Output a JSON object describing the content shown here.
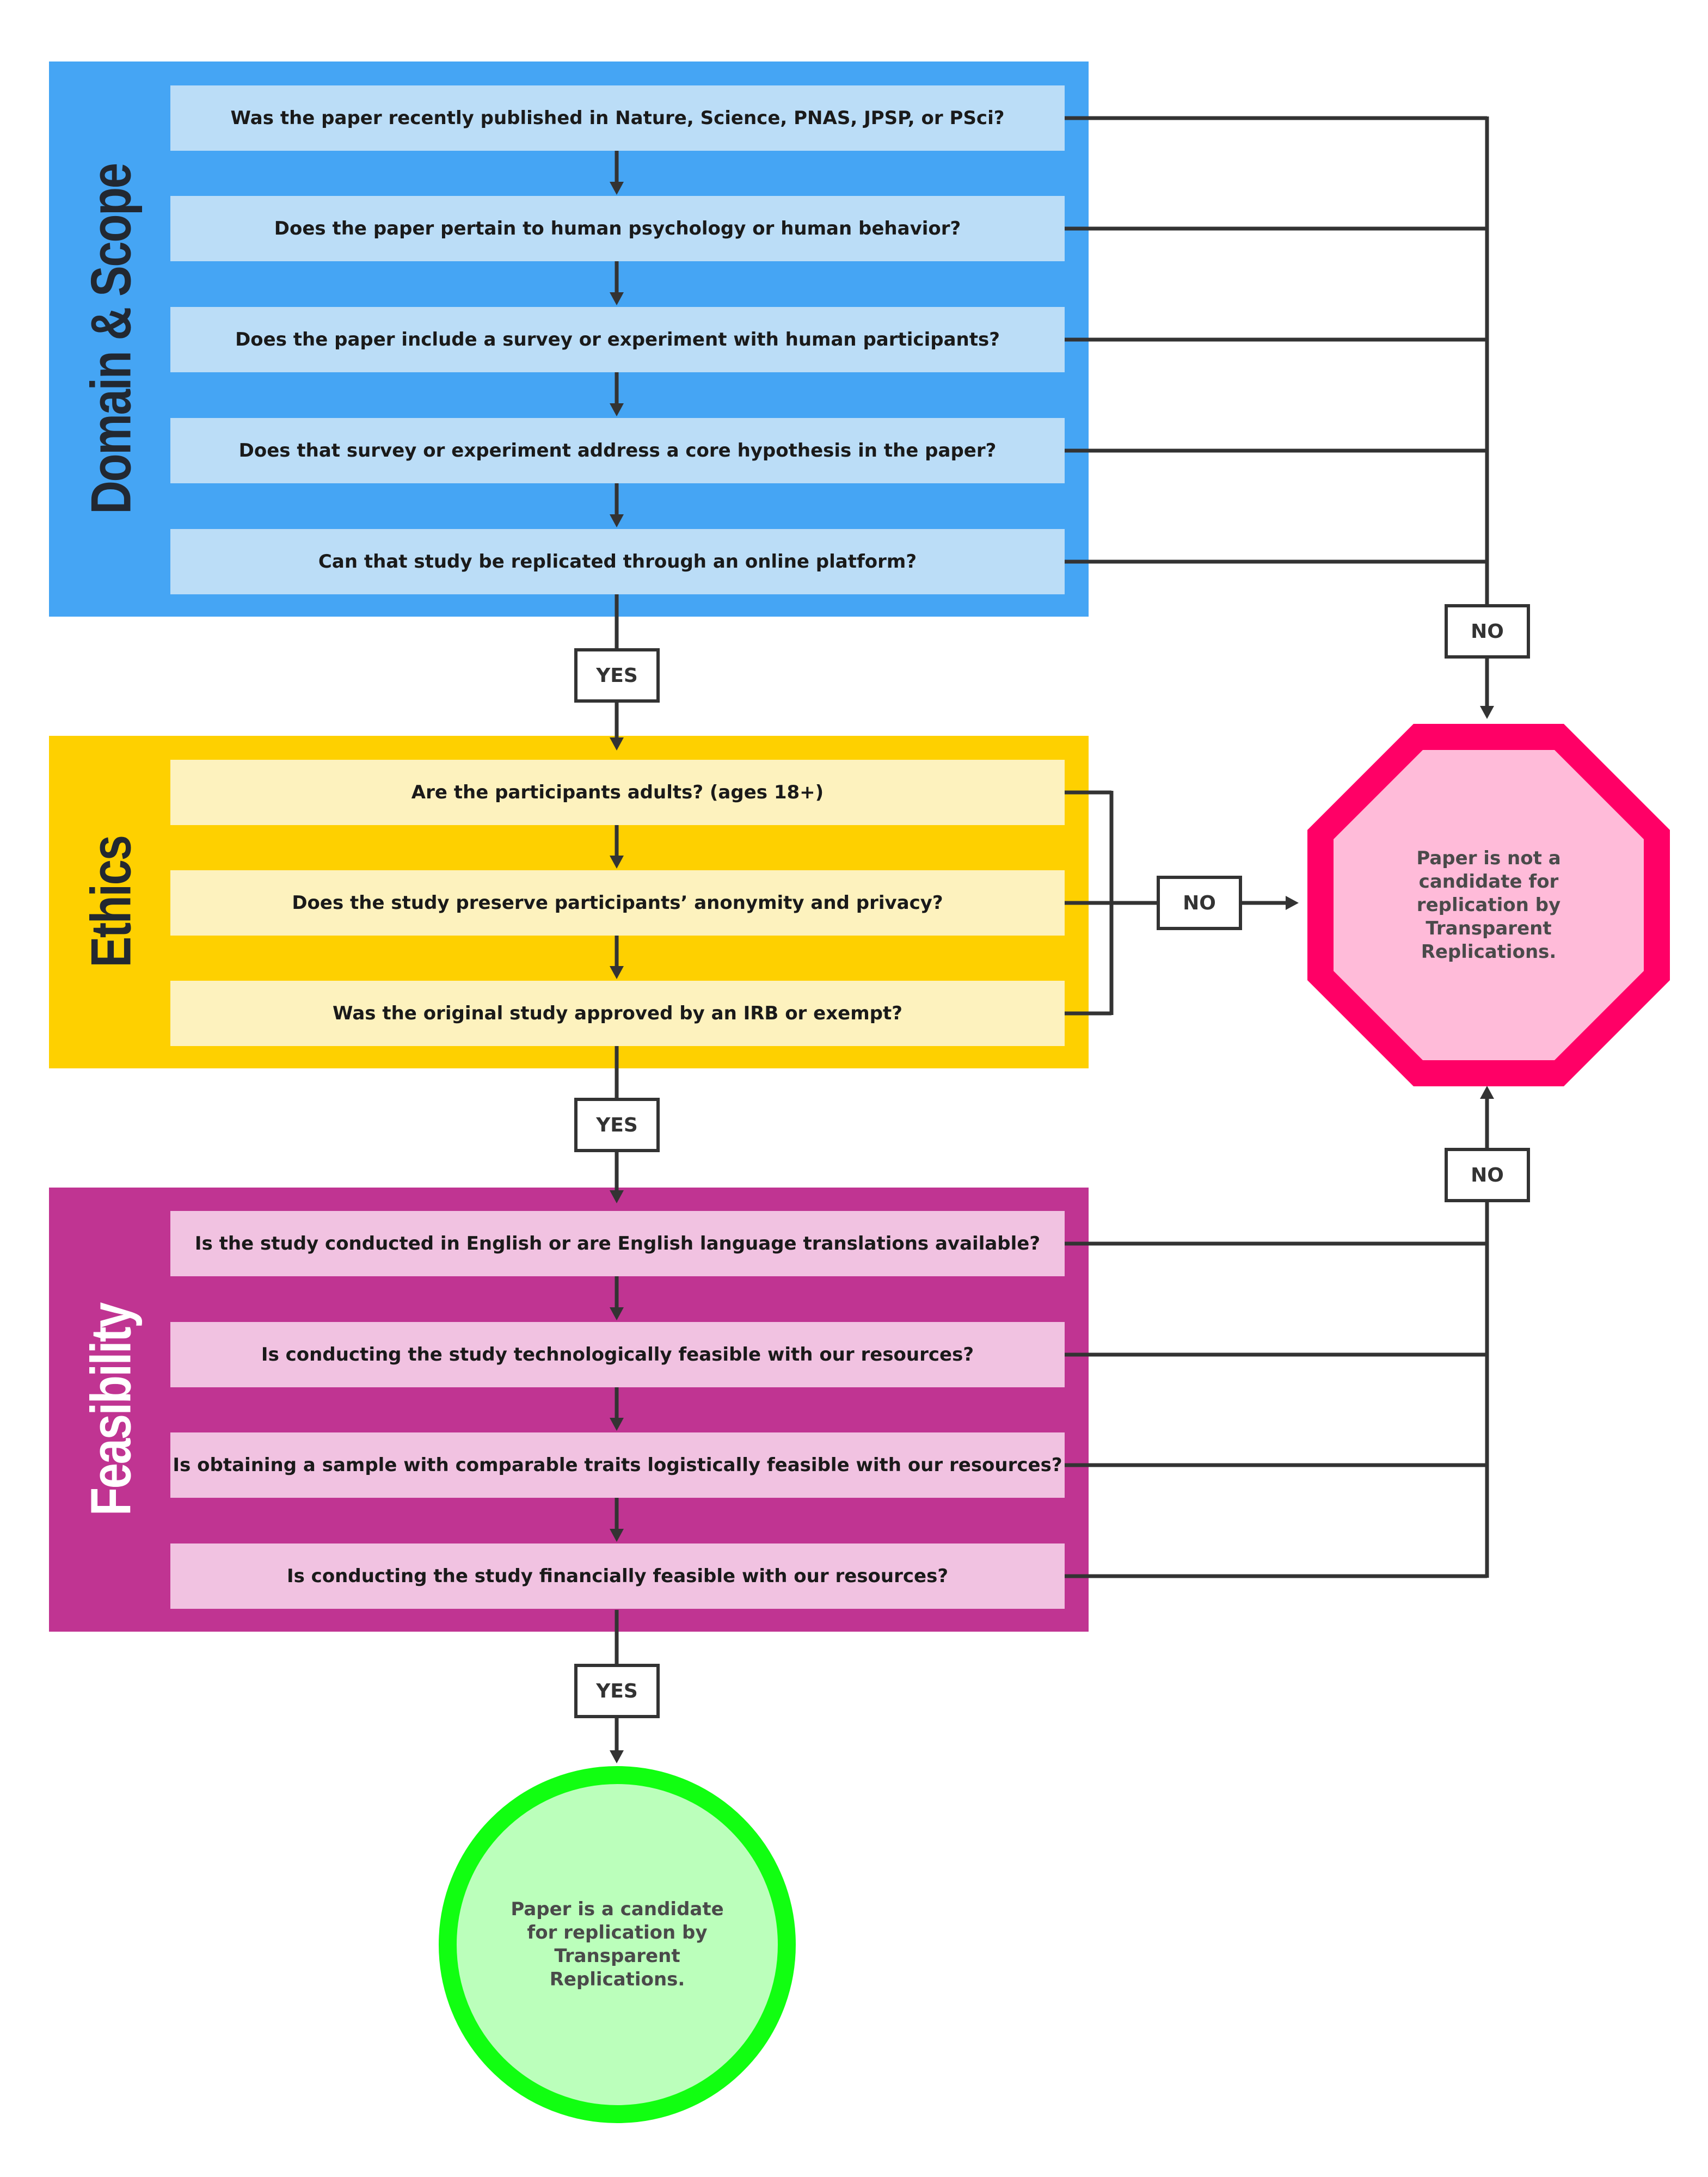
{
  "colors": {
    "domain_bg": "#45A5F4",
    "domain_box": "#BBDDF7",
    "ethics_bg": "#FED000",
    "ethics_box": "#FDF2BE",
    "feas_bg": "#C03492",
    "feas_box": "#F1C2E1",
    "line": "#333333",
    "stop_border": "#FF0066",
    "stop_fill": "#FFBBD9",
    "go_border": "#11FF11",
    "go_fill": "#BBFFBB"
  },
  "sections": {
    "domain": {
      "title": "Domain & Scope",
      "questions": [
        "Was the paper recently published in Nature, Science, PNAS, JPSP, or PSci?",
        "Does the paper pertain to human psychology or human behavior?",
        "Does the paper include a survey or experiment with human participants?",
        "Does that survey or experiment address a core hypothesis in the paper?",
        "Can that study be replicated through an online platform?"
      ]
    },
    "ethics": {
      "title": "Ethics",
      "questions": [
        "Are the participants adults? (ages 18+)",
        "Does the study preserve participants’ anonymity and privacy?",
        "Was the original study approved by an IRB or exempt?"
      ]
    },
    "feasibility": {
      "title": "Feasibility",
      "questions": [
        "Is the study conducted in English or are English language translations available?",
        "Is conducting the study technologically feasible with our resources?",
        "Is obtaining a sample with comparable traits logistically feasible with our resources?",
        "Is conducting the study financially feasible with our resources?"
      ]
    }
  },
  "labels": {
    "yes": "YES",
    "no": "NO"
  },
  "outcomes": {
    "reject": "Paper is not a\ncandidate for\nreplication by\nTransparent\nReplications.",
    "accept": "Paper is a candidate\nfor replication by\nTransparent\nReplications."
  }
}
